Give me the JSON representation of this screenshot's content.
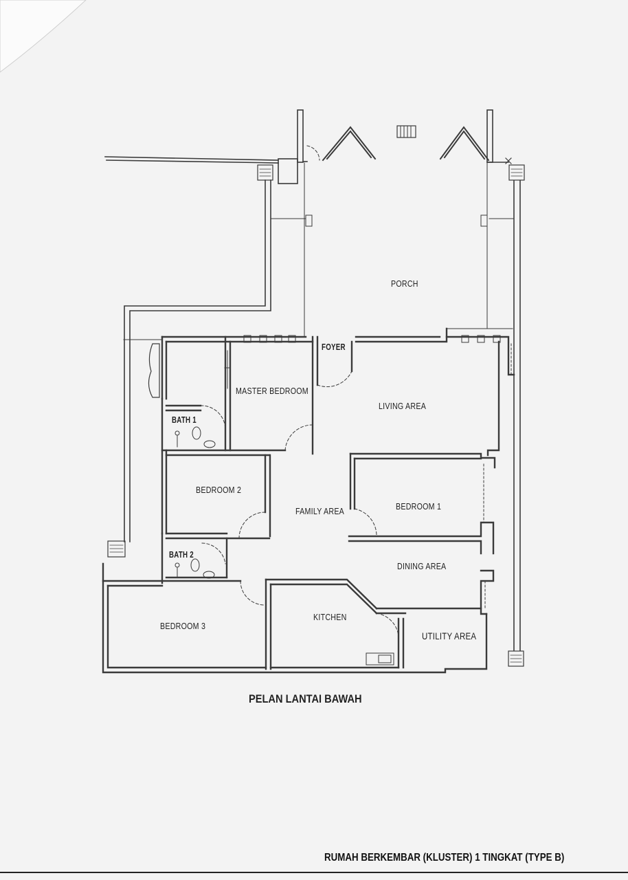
{
  "title": "PELAN LANTAI BAWAH",
  "footer": "RUMAH BERKEMBAR (KLUSTER) 1 TINGKAT (TYPE B)",
  "rooms": {
    "porch": "PORCH",
    "foyer": "FOYER",
    "master_bedroom": "MASTER BEDROOM",
    "living_area": "LIVING AREA",
    "bath1": "BATH 1",
    "bedroom2": "BEDROOM 2",
    "family_area": "FAMILY AREA",
    "bedroom1": "BEDROOM 1",
    "bath2": "BATH 2",
    "dining_area": "DINING AREA",
    "bedroom3": "BEDROOM 3",
    "kitchen": "KITCHEN",
    "utility_area": "UTILITY AREA"
  },
  "colors": {
    "line": "#3a3a3a",
    "paper": "#f3f3f3"
  }
}
